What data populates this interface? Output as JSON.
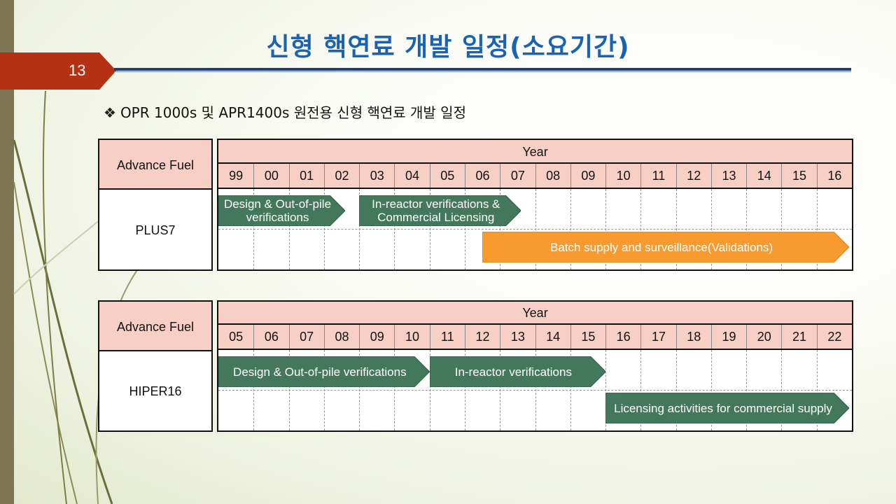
{
  "slide": {
    "page_number": "13",
    "title": "신형 핵연료 개발 일정(소요기간)",
    "subtitle": "OPR 1000s 및 APR1400s 원전용 신형 핵연료 개발 일정",
    "bullet_icon": "diamond-bullet-icon"
  },
  "tables": [
    {
      "header_label": "Advance Fuel",
      "year_label": "Year",
      "fuel_name": "PLUS7",
      "years": [
        "99",
        "00",
        "01",
        "02",
        "03",
        "04",
        "05",
        "06",
        "07",
        "08",
        "09",
        "10",
        "11",
        "12",
        "13",
        "14",
        "15",
        "16"
      ],
      "phases": [
        {
          "label": "Design & Out-of-pile verifications",
          "start": 0,
          "end": 3.6,
          "row": 0,
          "color": "#43785c"
        },
        {
          "label": "In-reactor verifications & Commercial Licensing",
          "start": 4,
          "end": 8.6,
          "row": 0,
          "color": "#43785c"
        },
        {
          "label": "Batch supply and surveillance(Validations)",
          "start": 7.5,
          "end": 18,
          "row": 1,
          "color": "#f99a2f"
        }
      ]
    },
    {
      "header_label": "Advance Fuel",
      "year_label": "Year",
      "fuel_name": "HIPER16",
      "years": [
        "05",
        "06",
        "07",
        "08",
        "09",
        "10",
        "11",
        "12",
        "13",
        "14",
        "15",
        "16",
        "17",
        "18",
        "19",
        "20",
        "21",
        "22"
      ],
      "phases": [
        {
          "label": "Design & Out-of-pile verifications",
          "start": 0,
          "end": 6,
          "row": 0,
          "color": "#43785c"
        },
        {
          "label": "In-reactor verifications",
          "start": 6,
          "end": 11,
          "row": 0,
          "color": "#43785c"
        },
        {
          "label": "Licensing activities for commercial supply",
          "start": 11,
          "end": 18,
          "row": 1,
          "color": "#43785c"
        }
      ]
    }
  ]
}
